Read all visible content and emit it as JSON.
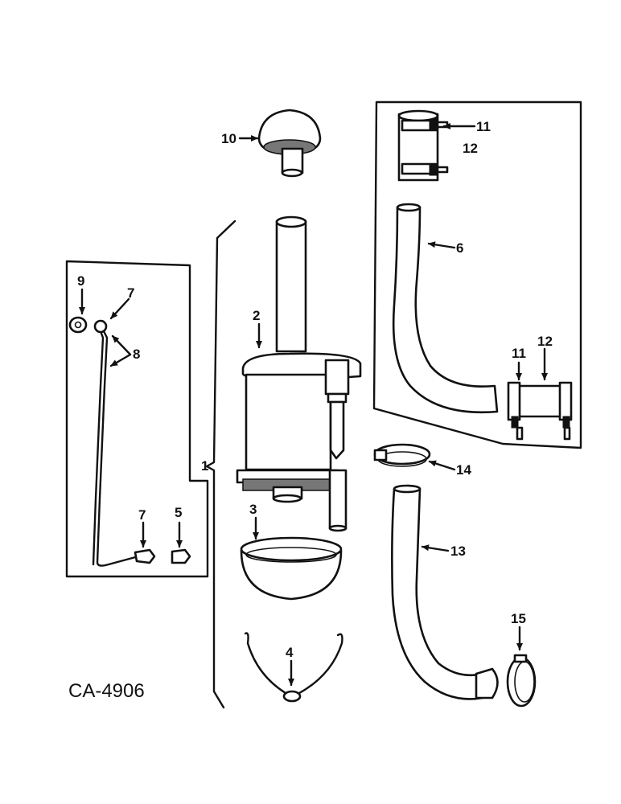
{
  "diagram_code": "CA-4906",
  "callouts": [
    {
      "id": "c1",
      "label": "1"
    },
    {
      "id": "c2",
      "label": "2"
    },
    {
      "id": "c3",
      "label": "3"
    },
    {
      "id": "c4",
      "label": "4"
    },
    {
      "id": "c5",
      "label": "5"
    },
    {
      "id": "c6",
      "label": "6"
    },
    {
      "id": "c7a",
      "label": "7"
    },
    {
      "id": "c7b",
      "label": "7"
    },
    {
      "id": "c8",
      "label": "8"
    },
    {
      "id": "c9",
      "label": "9"
    },
    {
      "id": "c10",
      "label": "10"
    },
    {
      "id": "c11a",
      "label": "11"
    },
    {
      "id": "c11b",
      "label": "11"
    },
    {
      "id": "c12a",
      "label": "12"
    },
    {
      "id": "c12b",
      "label": "12"
    },
    {
      "id": "c13",
      "label": "13"
    },
    {
      "id": "c14",
      "label": "14"
    },
    {
      "id": "c15",
      "label": "15"
    }
  ]
}
